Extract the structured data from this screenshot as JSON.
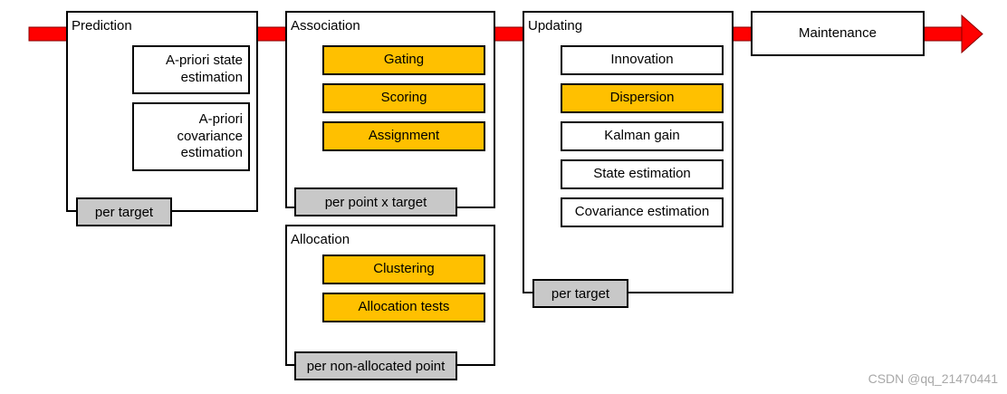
{
  "colors": {
    "arrow": "#ff0000",
    "highlight": "#ffc000",
    "scope_tag": "#c8c8c8"
  },
  "stages": {
    "prediction": {
      "title": "Prediction",
      "items": [
        "A-priori state estimation",
        "A-priori\ncovariance\nestimation"
      ],
      "scope": "per target"
    },
    "association": {
      "title": "Association",
      "items": [
        "Gating",
        "Scoring",
        "Assignment"
      ],
      "scope": "per point x target"
    },
    "allocation": {
      "title": "Allocation",
      "items": [
        "Clustering",
        "Allocation tests"
      ],
      "scope": "per non-allocated point"
    },
    "updating": {
      "title": "Updating",
      "items": [
        "Innovation",
        "Dispersion",
        "Kalman gain",
        "State estimation",
        "Covariance estimation"
      ],
      "scope": "per target"
    },
    "maintenance": {
      "title": "Maintenance"
    }
  },
  "watermark": "CSDN @qq_21470441"
}
